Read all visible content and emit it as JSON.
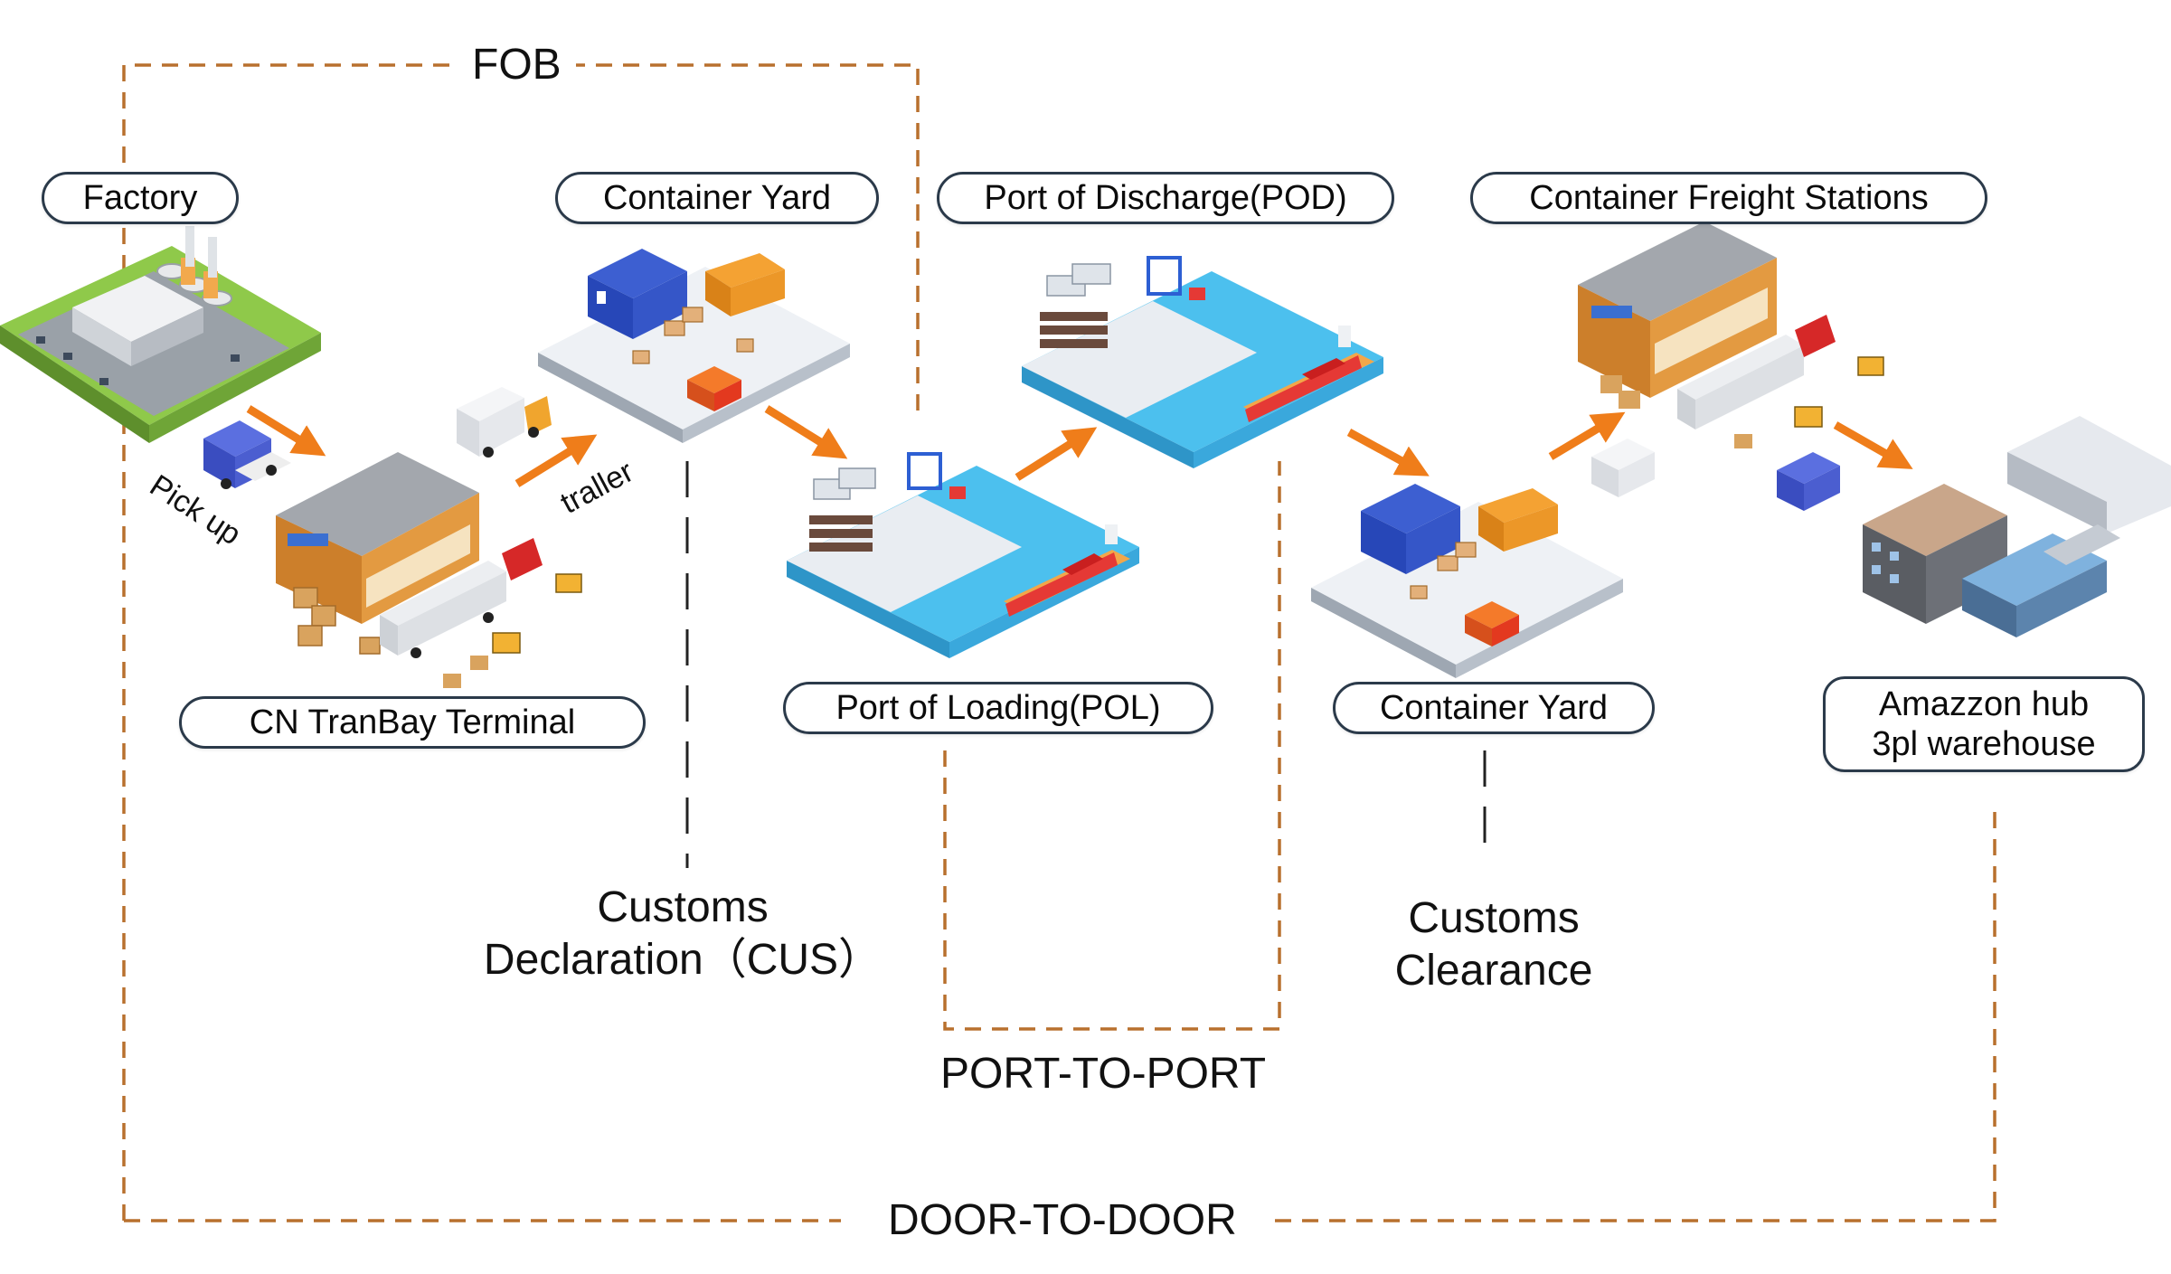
{
  "brackets": {
    "fob": "FOB",
    "port_to_port": "PORT-TO-PORT",
    "door_to_door": "DOOR-TO-DOOR"
  },
  "nodes": {
    "factory": "Factory",
    "container_yard_origin": "Container Yard",
    "pod": "Port of Discharge(POD)",
    "cfs": "Container Freight Stations",
    "cn_terminal": "CN TranBay Terminal",
    "pol": "Port of Loading(POL)",
    "container_yard_dest": "Container Yard",
    "amazon_line1": "Amazzon hub",
    "amazon_line2": "3pl warehouse"
  },
  "transfers": {
    "pick_up": "Pick up",
    "trailer": "traller"
  },
  "customs": {
    "declaration_line1": "Customs",
    "declaration_line2": "Declaration（CUS）",
    "clearance_line1": "Customs",
    "clearance_line2": "Clearance"
  },
  "colors": {
    "dash": "#b8702e",
    "arrow": "#ef7d1a",
    "pill_border": "#2b3a4a",
    "water": "#3fb4e6",
    "container_red": "#e53935",
    "container_orange": "#f08a24",
    "building_blue": "#2f56c9"
  }
}
